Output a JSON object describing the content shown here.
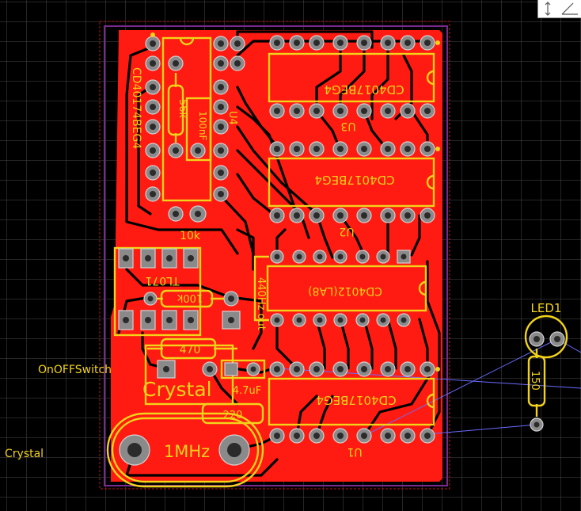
{
  "board": {
    "label_onoff": "OnOFFSwitch",
    "label_crystal_side": "Crystal",
    "label_crystal_silk": "Crystal",
    "label_crystal_freq": "1MHz",
    "label_led": "LED1",
    "label_led_res": "150",
    "label_u1": "U1",
    "label_u2": "U2",
    "label_u3": "U3",
    "label_u4": "U4",
    "chip_u1": "CD4017BEG4",
    "chip_u2": "CD4017BEG4",
    "chip_u3": "CD4017BEG4",
    "chip_u4": "CD40174BEG4",
    "chip_lab": "CD4012(LA8)",
    "label_tl071": "TL071",
    "label_10k": "10k",
    "label_100k": "100k",
    "label_470": "470",
    "label_56k": "56k",
    "label_100nf": "100nF",
    "label_47uf": "4.7uF",
    "label_220": "220",
    "label_440hz": "440Hz out"
  },
  "colors": {
    "copper": "#ff1a12",
    "silkscreen": "#f2d31a",
    "background": "#000000",
    "grid": "#4a4a4a",
    "ratsnest": "#6b6bff",
    "outline": "#7a2a8f"
  },
  "icons": {
    "corner_widget": "axis-icon"
  }
}
